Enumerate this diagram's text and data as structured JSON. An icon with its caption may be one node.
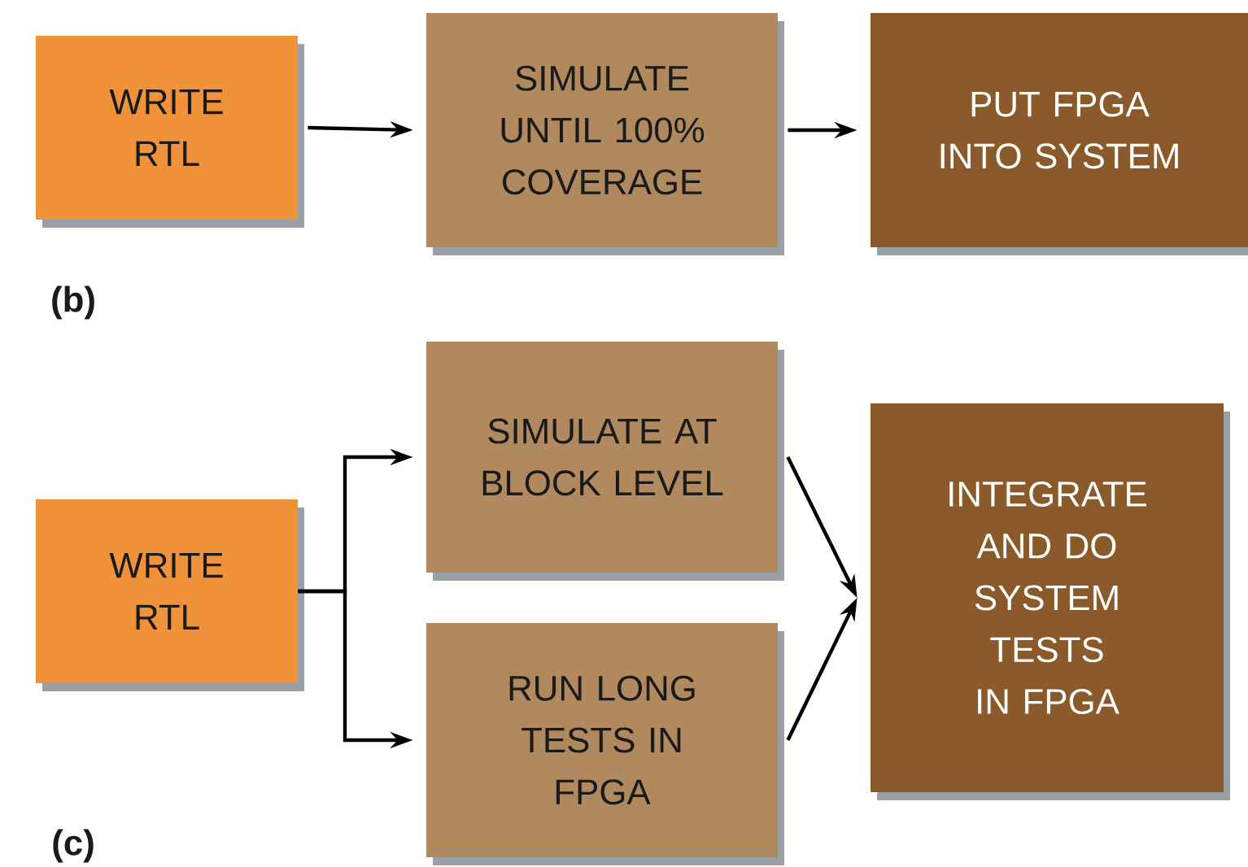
{
  "diagram": {
    "nodes": [
      {
        "text": [
          "WRITE RTL"
        ]
      },
      {
        "text": [
          "SIMULATE UNTIL 100% COVERAGE"
        ]
      },
      {
        "text": [
          "PUT FPGA INTO SYSTEM"
        ]
      },
      {
        "text": [
          "WRITE RTL"
        ]
      },
      {
        "text": [
          "SIMULATE AT BLOCK LEVEL"
        ]
      },
      {
        "text": [
          "RUN LONG TESTS IN FPGA"
        ]
      },
      {
        "text": [
          "INTEGRATE AND DO SYSTEM TESTS IN FPGA"
        ]
      }
    ],
    "edges": [
      {
        "from": 0,
        "to": 1,
        "arrow": "to"
      },
      {
        "from": 1,
        "to": 2,
        "arrow": "to"
      },
      {
        "from": 3,
        "to": 4,
        "arrow": "to"
      },
      {
        "from": 3,
        "to": 5,
        "arrow": "to"
      },
      {
        "from": 4,
        "to": 6,
        "arrow": "to"
      },
      {
        "from": 5,
        "to": 6,
        "arrow": "to"
      }
    ],
    "labels": [
      "(b)",
      "(c)"
    ]
  }
}
